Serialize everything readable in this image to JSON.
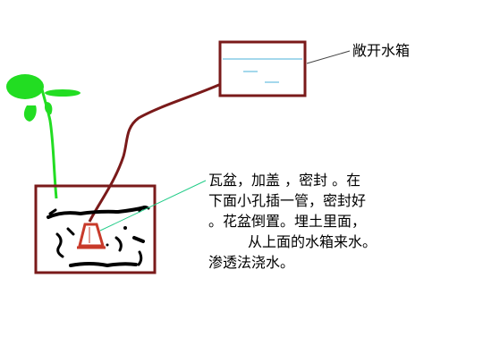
{
  "labels": {
    "tank": "敞开水箱",
    "description_lines": [
      "瓦盆，加盖 ，密封 。在",
      "下面小孔插一管，密封好",
      "。花盆倒置。埋土里面，",
      "从上面的水箱来水。",
      "渗透法浇水。"
    ]
  },
  "colors": {
    "container_outline": "#7a1a1a",
    "hose": "#7a1a1a",
    "water_line": "#4ab0d8",
    "plant": "#22dd22",
    "pointer_line": "#22cc88",
    "soil": "#000000",
    "pot": "#c83a2a",
    "text": "#000000"
  }
}
